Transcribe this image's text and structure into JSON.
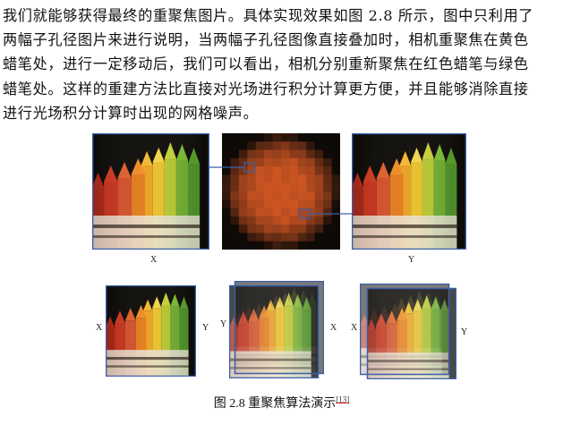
{
  "paragraph": {
    "lines": [
      "我们就能够获得最终的重聚焦图片。具体实现效果如图 2.8 所示，图中只利用了",
      "两幅子孔径图片来进行说明，当两幅子孔径图像直接叠加时，相机重聚焦在黄色",
      "蜡笔处，进行一定移动后，我们可以看出，相机分别重新聚焦在红色蜡笔与绿色",
      "蜡笔处。这样的重建方法比直接对光场进行积分计算更方便，并且能够消除直接",
      "进行光场积分计算时出现的网格噪声。"
    ]
  },
  "figure": {
    "top_row": {
      "left_label": "X",
      "right_label": "Y"
    },
    "bottom_row": {
      "panel1_left_label": "X",
      "panel1_right_label": "Y",
      "panel2_left_label": "Y",
      "panel2_right_label": "X",
      "panel3_left_label": "X",
      "panel3_right_label": "Y"
    },
    "caption_text": "图 2.8  重聚焦算法演示",
    "caption_ref": "[13]"
  },
  "colors": {
    "frame_blue": "#3a5fa8",
    "crayon_red": "#c8341e",
    "crayon_orange": "#e27a1c",
    "crayon_yellow": "#e8c12a",
    "crayon_green": "#6fae2e",
    "pixel_disk": "#c4501f"
  }
}
